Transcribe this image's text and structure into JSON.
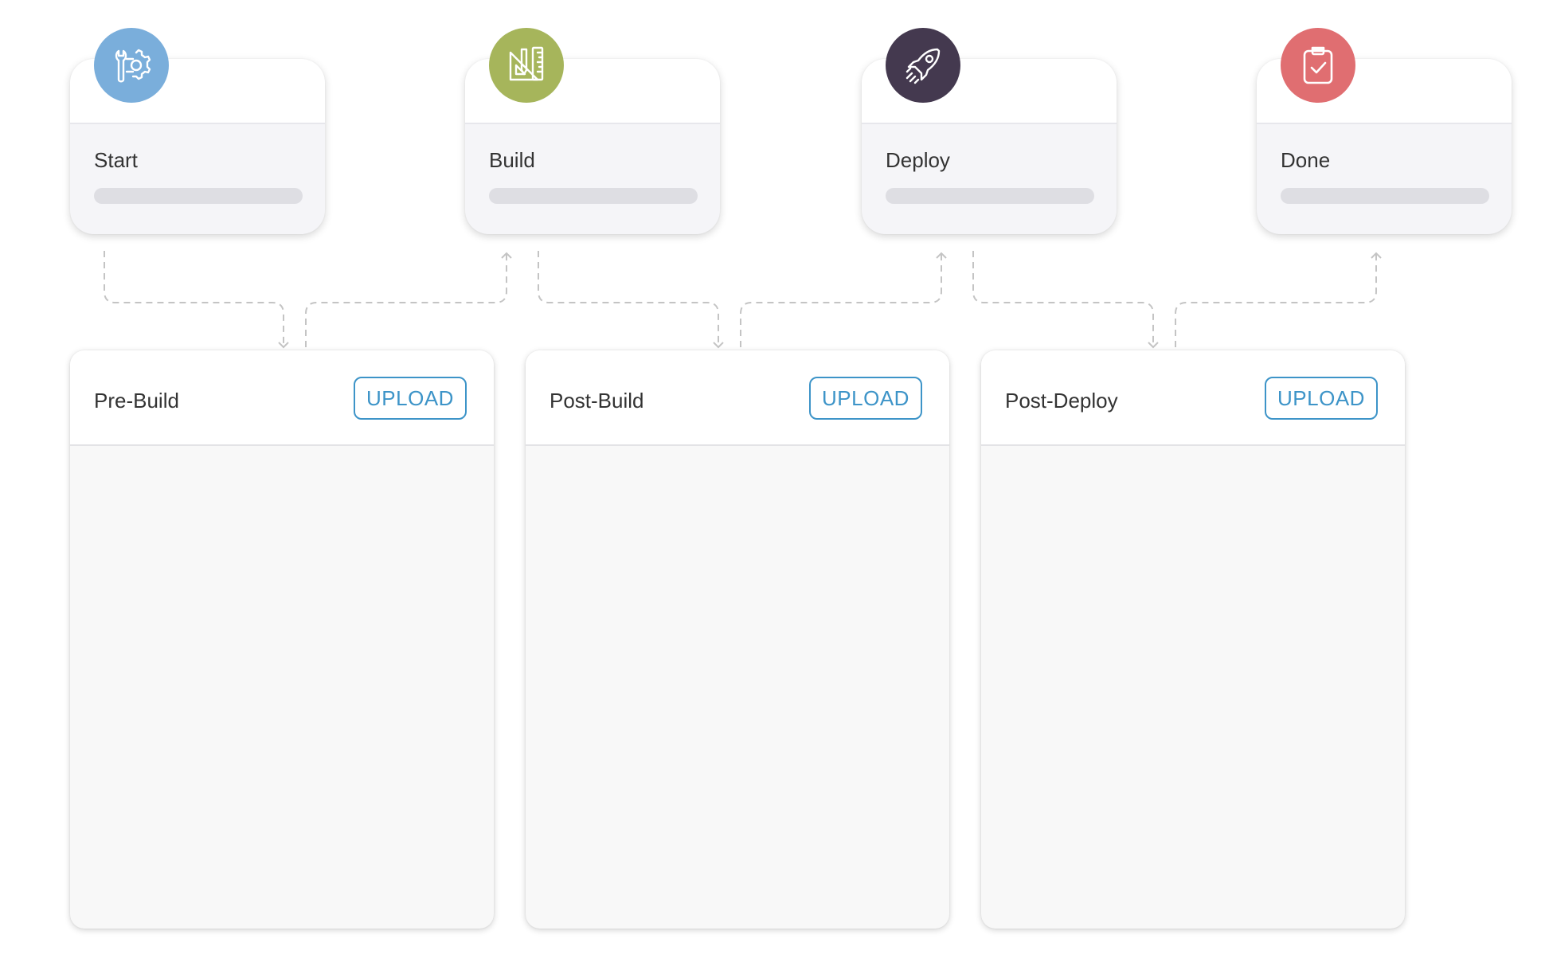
{
  "stages": [
    {
      "label": "Start",
      "icon": "gear-wrench-icon",
      "color": "#7aaedb"
    },
    {
      "label": "Build",
      "icon": "drafting-tools-icon",
      "color": "#a6b55b"
    },
    {
      "label": "Deploy",
      "icon": "rocket-icon",
      "color": "#44394f"
    },
    {
      "label": "Done",
      "icon": "clipboard-check-icon",
      "color": "#e06e71"
    }
  ],
  "hooks": [
    {
      "title": "Pre-Build",
      "button": "UPLOAD"
    },
    {
      "title": "Post-Build",
      "button": "UPLOAD"
    },
    {
      "title": "Post-Deploy",
      "button": "UPLOAD"
    }
  ],
  "colors": {
    "accent": "#3d94c8",
    "connector": "#c4c4c4"
  }
}
